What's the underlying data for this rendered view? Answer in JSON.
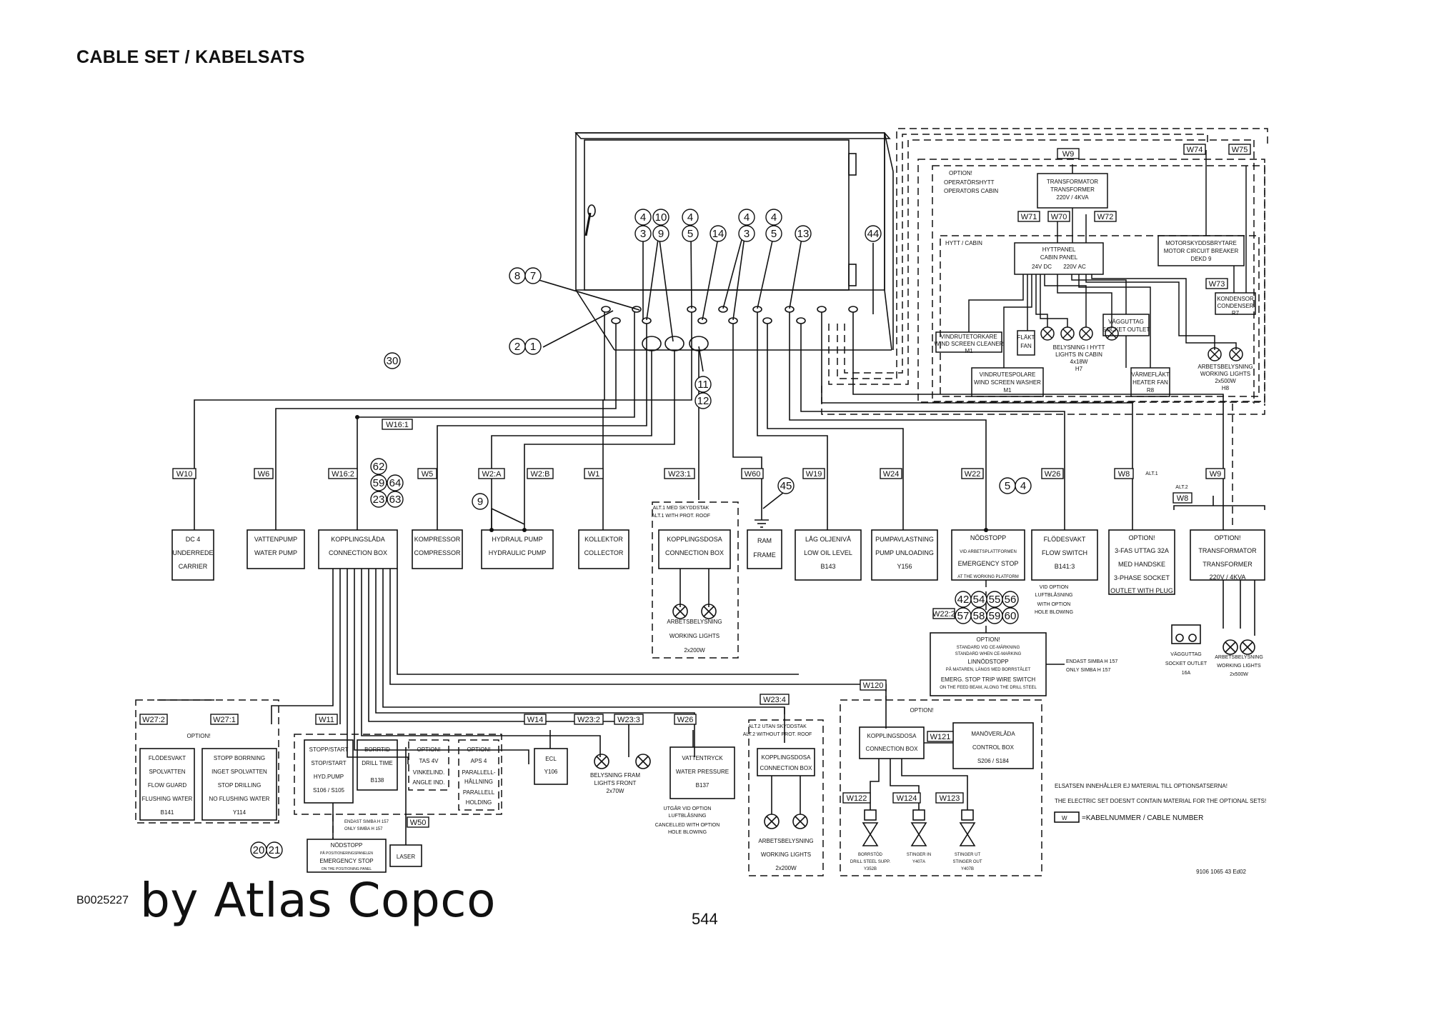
{
  "header": {
    "title": "CABLE SET / KABELSATS"
  },
  "footer": {
    "doc_code": "B0025227",
    "brand": "by Atlas Copco",
    "page_number": "544",
    "drawing_number": "9106 1065 43 Ed02"
  },
  "callouts": {
    "c87": [
      "8",
      "7"
    ],
    "c21": [
      "2",
      "1"
    ],
    "c30": [
      "30"
    ],
    "c43a": [
      "4",
      "3"
    ],
    "c109": [
      "10",
      "9"
    ],
    "c45a": [
      "4",
      "5"
    ],
    "c14": [
      "14"
    ],
    "c43b": [
      "4",
      "3"
    ],
    "c45b": [
      "4",
      "5"
    ],
    "c13": [
      "13"
    ],
    "c44": [
      "44"
    ],
    "c1112": [
      "11",
      "12"
    ],
    "c45g": [
      "45"
    ],
    "c54": [
      "5",
      "4"
    ],
    "c9": [
      "9"
    ],
    "c_conn": [
      "62",
      "59",
      "64",
      "23",
      "63"
    ],
    "c_estop_top": [
      "42",
      "54",
      "55",
      "56"
    ],
    "c_estop_bot": [
      "57",
      "58",
      "59",
      "60"
    ],
    "c2021": [
      "20",
      "21"
    ]
  },
  "cables": {
    "w10": "W10",
    "w6": "W6",
    "w16_2": "W16:2",
    "w16_1": "W16:1",
    "w5": "W5",
    "w2a": "W2:A",
    "w2b": "W2:B",
    "w1": "W1",
    "w23_1": "W23:1",
    "w60": "W60",
    "w19": "W19",
    "w24": "W24",
    "w22": "W22",
    "w26a": "W26",
    "w8": "W8",
    "w9a": "W9",
    "w8b": "W8",
    "w27_2": "W27:2",
    "w27_1": "W27:1",
    "w11": "W11",
    "w14": "W14",
    "w23_2": "W23:2",
    "w23_3": "W23:3",
    "w26b": "W26",
    "w23_4": "W23:4",
    "w120": "W120",
    "w121": "W121",
    "w122": "W122",
    "w124": "W124",
    "w123": "W123",
    "w50": "W50",
    "w22_2": "W22:2",
    "w9b": "W9",
    "w74": "W74",
    "w75": "W75",
    "w71": "W71",
    "w70": "W70",
    "w72": "W72",
    "w73": "W73"
  },
  "cabin": {
    "option": [
      "OPTION!",
      "OPERATÖRSHYTT",
      "OPERATORS CABIN"
    ],
    "hytt": "HYTT / CABIN",
    "transformer": [
      "TRANSFORMATOR",
      "TRANSFORMER",
      "220V / 4KVA"
    ],
    "motor_breaker": [
      "MOTORSKYDDSBRYTARE",
      "MOTOR CIRCUIT BREAKER",
      "DEKD 9"
    ],
    "cabin_panel": [
      "HYTTPANEL",
      "CABIN PANEL"
    ],
    "dc": "24V DC",
    "ac": "220V AC",
    "condenser": [
      "KONDENSOR",
      "CONDENSER",
      "R7"
    ],
    "wiper": [
      "VINDRUTETORKARE",
      "WIND SCREEN CLEANER",
      "M1"
    ],
    "fan": [
      "FLÄKT",
      "FAN"
    ],
    "cab_lights": [
      "BELYSNING I HYTT",
      "LIGHTS IN CABIN",
      "4x18W",
      "H7"
    ],
    "socket": [
      "VÄGGUTTAG",
      "SOCKET OUTLET"
    ],
    "washer": [
      "VINDRUTESPOLARE",
      "WIND SCREEN WASHER",
      "M1"
    ],
    "heater": [
      "VÄRMEFLÄKT",
      "HEATER FAN",
      "R8"
    ],
    "work_lights": [
      "ARBETSBELYSNING",
      "WORKING LIGHTS",
      "2x500W",
      "H8"
    ]
  },
  "components": {
    "dc4": [
      "DC 4",
      "UNDERREDE",
      "CARRIER"
    ],
    "water_pump": [
      "VATTENPUMP",
      "WATER PUMP"
    ],
    "connection_box": [
      "KOPPLINGSLÅDA",
      "CONNECTION BOX"
    ],
    "compressor": [
      "KOMPRESSOR",
      "COMPRESSOR"
    ],
    "hydraulic_pump": [
      "HYDRAUL PUMP",
      "HYDRAULIC PUMP"
    ],
    "collector": [
      "KOLLEKTOR",
      "COLLECTOR"
    ],
    "alt1": [
      "ALT.1 MED SKYDDSTAK",
      "ALT.1 WITH PROT. ROOF"
    ],
    "alt1_box": [
      "KOPPLINGSDOSA",
      "CONNECTION BOX"
    ],
    "alt1_lights": [
      "ARBETSBELYSNING",
      "WORKING LIGHTS",
      "2x200W"
    ],
    "frame": [
      "RAM",
      "FRAME"
    ],
    "low_oil": [
      "LÅG OLJENIVÅ",
      "LOW OIL LEVEL",
      "B143"
    ],
    "pump_unloading": [
      "PUMPAVLASTNING",
      "PUMP UNLOADING",
      "Y156"
    ],
    "estop": [
      "NÖDSTOPP",
      "VID ARBETSPLATTFORMEN",
      "EMERGENCY STOP",
      "AT THE WORKING PLATFORM"
    ],
    "flow_switch": [
      "FLÖDESVAKT",
      "FLOW SWITCH",
      "B141:3"
    ],
    "flow_note": [
      "VID OPTION",
      "LUFTBLÅSNING",
      "WITH OPTION",
      "HOLE BLOWING"
    ],
    "socket3": [
      "OPTION!",
      "3-FAS UTTAG 32A",
      "MED HANDSKE",
      "3-PHASE SOCKET",
      "OUTLET WITH PLUG"
    ],
    "alt1_tag": "ALT.1",
    "alt2_tag": "ALT.2",
    "transformer2": [
      "OPTION!",
      "TRANSFORMATOR",
      "TRANSFORMER",
      "220V / 4KVA"
    ],
    "socket_outlet": [
      "VÄGGUTTAG",
      "SOCKET OUTLET",
      "16A"
    ],
    "wlights2": [
      "ARBETSBELYSNING",
      "WORKING LIGHTS",
      "2x500W"
    ],
    "trip": [
      "OPTION!",
      "STANDARD VID CE-MÄRKNING",
      "STANDARD WHEN CE-MARKING",
      "LINNÖDSTOPP",
      "PÅ MATAREN, LÄNGS MED BORRSTÅLET",
      "EMERG. STOP TRIP WIRE SWITCH",
      "ON THE FEED BEAM, ALONG THE DRILL STEEL"
    ],
    "trip_note": [
      "ENDAST SIMBA H 157",
      "ONLY SIMBA H 157"
    ],
    "option_lbl": "OPTION!",
    "flow_guard": [
      "FLÖDESVAKT",
      "SPOLVATTEN",
      "FLOW GUARD",
      "FLUSHING WATER",
      "B141"
    ],
    "stop_drilling": [
      "STOPP BORRNING",
      "INGET SPOLVATTEN",
      "STOP DRILLING",
      "NO FLUSHING WATER",
      "Y114"
    ],
    "stop_start": [
      "STOPP/START",
      "STOP/START",
      "HYD.PUMP",
      "S106 / S105"
    ],
    "drill_time": [
      "BORRTID",
      "DRILL TIME",
      "B138"
    ],
    "angle": [
      "OPTION!",
      "TAS 4V",
      "VINKELIND.",
      "ANGLE IND."
    ],
    "aps": [
      "OPTION!",
      "APS 4",
      "PARALLELL-",
      "HÅLLNING",
      "PARALLELL",
      "HOLDING"
    ],
    "ecl": [
      "ECL",
      "Y106"
    ],
    "front_lights": [
      "BELYSNING FRAM",
      "LIGHTS FRONT",
      "2x70W"
    ],
    "water_pressure": [
      "VATTENTRYCK",
      "WATER PRESSURE",
      "B137"
    ],
    "wp_note": [
      "UTGÅR VID OPTION",
      "LUFTBLÅSNING",
      "CANCELLED WITH OPTION",
      "HOLE BLOWING"
    ],
    "alt2": [
      "ALT.2 UTAN SKYDDSTAK",
      "ALT.2 WITHOUT PROT. ROOF"
    ],
    "alt2_box": [
      "KOPPLINGSDOSA",
      "CONNECTION BOX"
    ],
    "alt2_lights": [
      "ARBETSBELYSNING",
      "WORKING LIGHTS",
      "2x200W"
    ],
    "simba_note": [
      "ENDAST SIMBA H 157",
      "ONLY SIMBA H 157"
    ],
    "estop2": [
      "NÖDSTOPP",
      "PÅ POSITIONERINGSPANELEN",
      "EMERGENCY STOP",
      "ON THE POSITIONING PANEL"
    ],
    "laser": "LASER",
    "box120": [
      "KOPPLINGSDOSA",
      "CONNECTION BOX"
    ],
    "control_box": [
      "MANÖVERLÅDA",
      "CONTROL BOX",
      "S206 / S184"
    ],
    "v122": [
      "BORRSTÖD",
      "DRILL STEEL SUPP.",
      "Y352B"
    ],
    "v124": [
      "STINGER IN",
      "Y407A"
    ],
    "v123": [
      "STINGER UT",
      "STINGER OUT",
      "Y407B"
    ]
  },
  "notes": {
    "sv": "ELSATSEN INNEHÅLLER EJ MATERIAL TILL OPTIONSATSERNA!",
    "en": "THE ELECTRIC SET DOESN'T CONTAIN MATERIAL FOR THE OPTIONAL SETS!",
    "legend_w": "W",
    "legend_text": "=KABELNUMMER / CABLE NUMBER"
  }
}
